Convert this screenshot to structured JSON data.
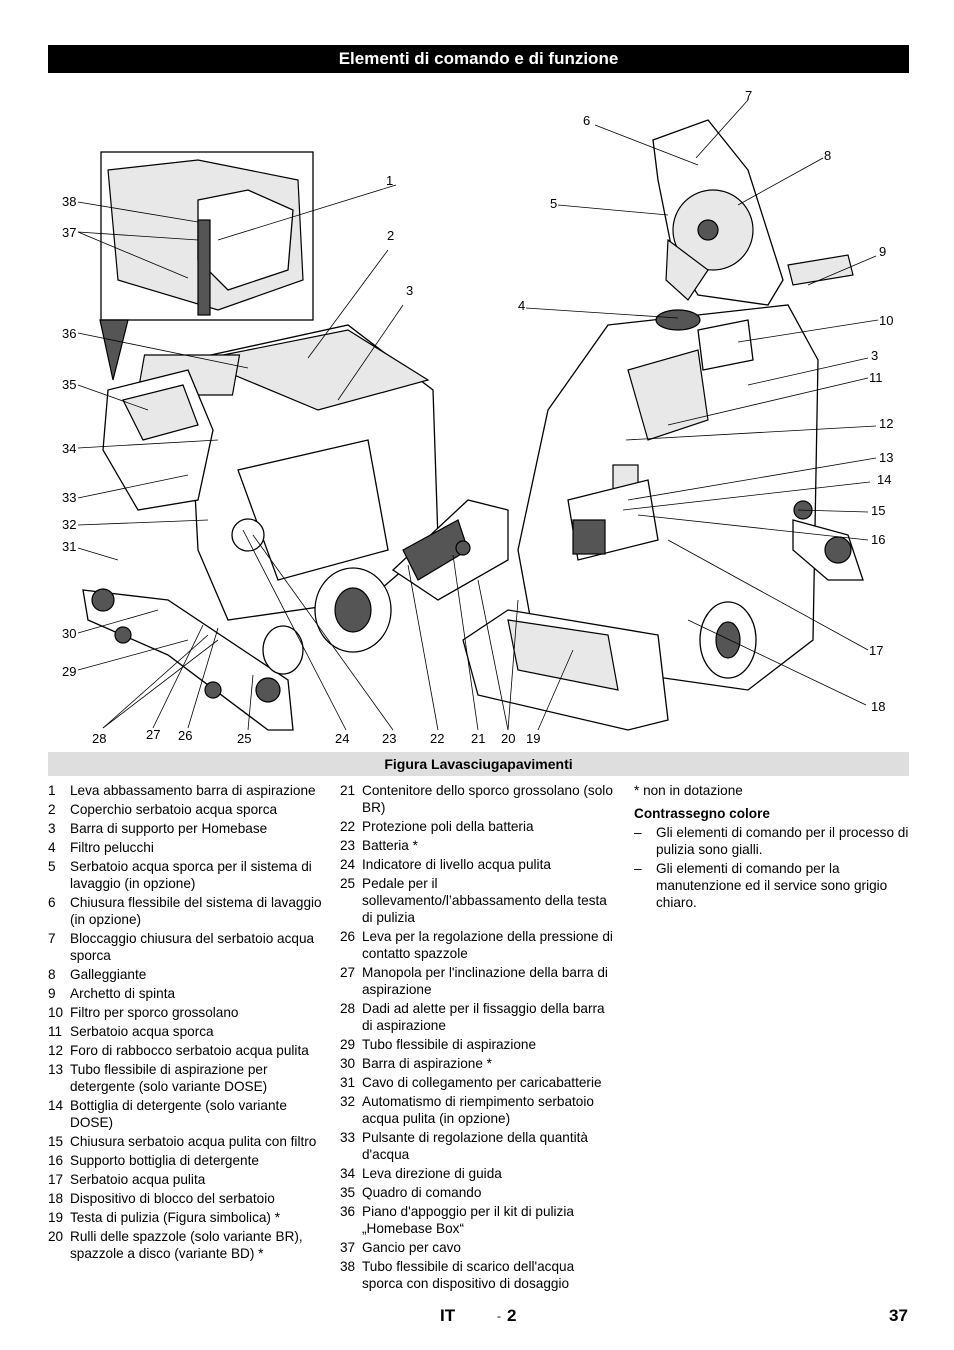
{
  "header": {
    "title": "Elementi di comando e di funzione"
  },
  "figure": {
    "caption": "Figura Lavasciugapavimenti",
    "callouts": [
      "1",
      "2",
      "3",
      "4",
      "5",
      "6",
      "7",
      "8",
      "9",
      "10",
      "3",
      "11",
      "12",
      "13",
      "14",
      "15",
      "16",
      "17",
      "18",
      "19",
      "20",
      "21",
      "22",
      "23",
      "24",
      "25",
      "26",
      "27",
      "28",
      "29",
      "30",
      "31",
      "32",
      "33",
      "34",
      "35",
      "36",
      "37",
      "38"
    ]
  },
  "legend": {
    "col1": [
      {
        "n": "1",
        "t": "Leva abbassamento barra di aspirazione"
      },
      {
        "n": "2",
        "t": "Coperchio serbatoio acqua sporca"
      },
      {
        "n": "3",
        "t": "Barra di supporto per Homebase"
      },
      {
        "n": "4",
        "t": "Filtro pelucchi"
      },
      {
        "n": "5",
        "t": "Serbatoio acqua sporca per il sistema di lavaggio (in opzione)"
      },
      {
        "n": "6",
        "t": "Chiusura flessibile del sistema di lavaggio (in opzione)"
      },
      {
        "n": "7",
        "t": "Bloccaggio chiusura del serbatoio acqua sporca"
      },
      {
        "n": "8",
        "t": "Galleggiante"
      },
      {
        "n": "9",
        "t": "Archetto di spinta"
      },
      {
        "n": "10",
        "t": "Filtro per sporco grossolano"
      },
      {
        "n": "11",
        "t": "Serbatoio acqua sporca"
      },
      {
        "n": "12",
        "t": "Foro di rabbocco serbatoio acqua pulita"
      },
      {
        "n": "13",
        "t": "Tubo flessibile di aspirazione per detergente (solo variante DOSE)"
      },
      {
        "n": "14",
        "t": "Bottiglia di detergente (solo variante DOSE)"
      },
      {
        "n": "15",
        "t": "Chiusura serbatoio acqua pulita con filtro"
      },
      {
        "n": "16",
        "t": "Supporto bottiglia di detergente"
      },
      {
        "n": "17",
        "t": "Serbatoio acqua pulita"
      },
      {
        "n": "18",
        "t": "Dispositivo di blocco del serbatoio"
      },
      {
        "n": "19",
        "t": "Testa di pulizia (Figura simbolica) *"
      },
      {
        "n": "20",
        "t": "Rulli delle spazzole (solo variante BR), spazzole a disco (variante BD) *"
      }
    ],
    "col2": [
      {
        "n": "21",
        "t": "Contenitore dello sporco grossolano (solo BR)"
      },
      {
        "n": "22",
        "t": "Protezione poli della batteria"
      },
      {
        "n": "23",
        "t": "Batteria *"
      },
      {
        "n": "24",
        "t": "Indicatore di livello acqua pulita"
      },
      {
        "n": "25",
        "t": "Pedale per il sollevamento/l’abbassamento della testa di pulizia"
      },
      {
        "n": "26",
        "t": "Leva per la regolazione della pressione di contatto spazzole"
      },
      {
        "n": "27",
        "t": "Manopola per l'inclinazione della barra di aspirazione"
      },
      {
        "n": "28",
        "t": "Dadi ad alette per il fissaggio della barra di aspirazione"
      },
      {
        "n": "29",
        "t": "Tubo flessibile di aspirazione"
      },
      {
        "n": "30",
        "t": "Barra di aspirazione *"
      },
      {
        "n": "31",
        "t": "Cavo di collegamento per caricabatterie"
      },
      {
        "n": "32",
        "t": "Automatismo di riempimento serbatoio acqua pulita (in opzione)"
      },
      {
        "n": "33",
        "t": "Pulsante di regolazione della quantità d'acqua"
      },
      {
        "n": "34",
        "t": "Leva direzione di guida"
      },
      {
        "n": "35",
        "t": "Quadro di comando"
      },
      {
        "n": "36",
        "t": "Piano d'appoggio per il kit di pulizia „Homebase Box“"
      },
      {
        "n": "37",
        "t": "Gancio per cavo"
      },
      {
        "n": "38",
        "t": "Tubo flessibile di scarico dell'acqua sporca con dispositivo di dosaggio"
      }
    ],
    "note": "* non in dotazione",
    "color_heading": "Contrassegno colore",
    "color_items": [
      "Gli elementi di comando per il processo di pulizia sono gialli.",
      "Gli elementi di comando per la manutenzione ed il service sono grigio chiaro."
    ],
    "dash": "–"
  },
  "footer": {
    "lang": "IT",
    "sep": "-",
    "sub": "2",
    "page": "37"
  }
}
